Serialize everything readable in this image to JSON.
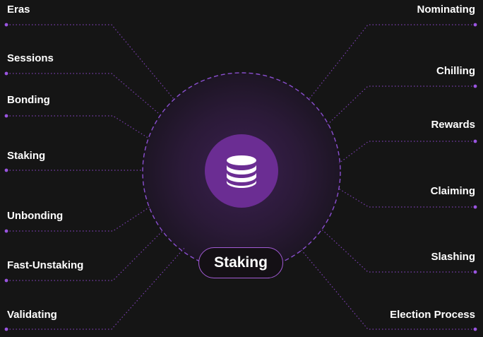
{
  "colors": {
    "background": "#151515",
    "accent": "#7b3fb0",
    "dotted_line": "#8a4fd0",
    "hub_fill": "#2a1a35",
    "icon_disc": "#6b2d93"
  },
  "center": {
    "label": "Staking",
    "icon": "coin-stack-icon"
  },
  "topics": {
    "left": [
      "Eras",
      "Sessions",
      "Bonding",
      "Staking",
      "Unbonding",
      "Fast-Unstaking",
      "Validating"
    ],
    "right": [
      "Nominating",
      "Chilling",
      "Rewards",
      "Claiming",
      "Slashing",
      "Election Process"
    ]
  }
}
